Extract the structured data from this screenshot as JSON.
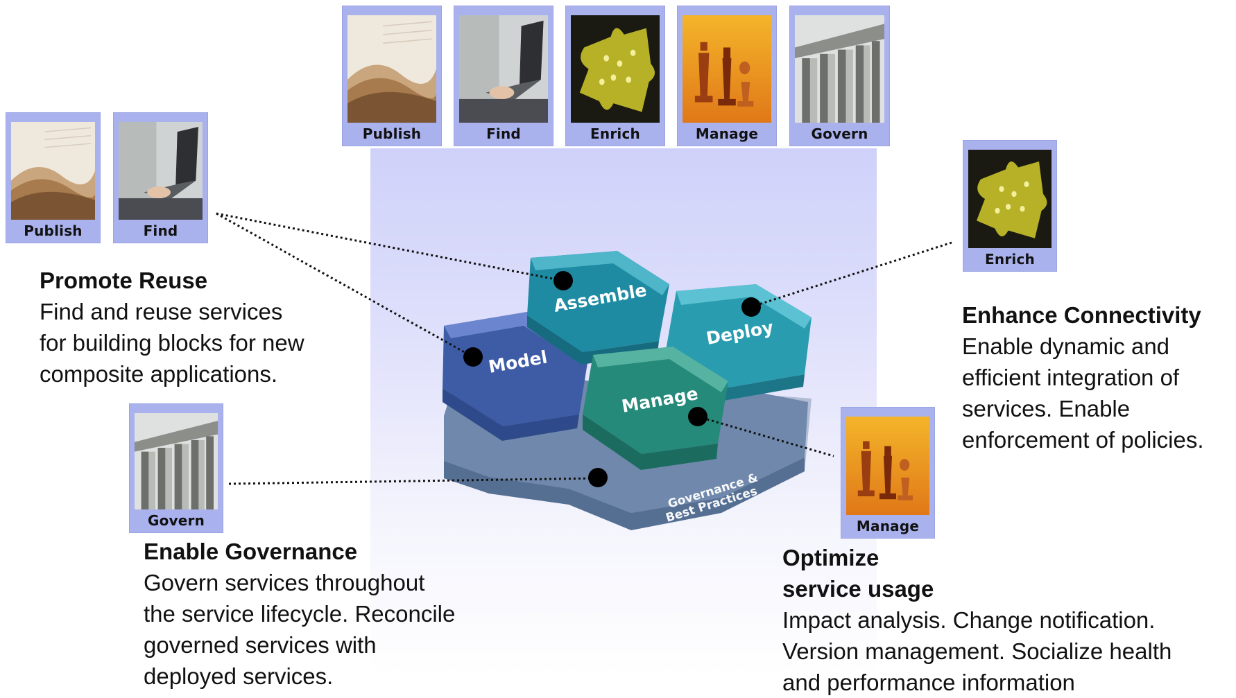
{
  "top_tiles": [
    {
      "label": "Publish",
      "icon": "newspaper-icon"
    },
    {
      "label": "Find",
      "icon": "laptop-icon"
    },
    {
      "label": "Enrich",
      "icon": "puzzle-icon"
    },
    {
      "label": "Manage",
      "icon": "chess-icon"
    },
    {
      "label": "Govern",
      "icon": "columns-icon"
    }
  ],
  "left_tiles": [
    {
      "label": "Publish",
      "icon": "newspaper-icon"
    },
    {
      "label": "Find",
      "icon": "laptop-icon"
    }
  ],
  "govern_tile": {
    "label": "Govern",
    "icon": "columns-icon"
  },
  "enrich_tile": {
    "label": "Enrich",
    "icon": "puzzle-icon"
  },
  "manage_tile": {
    "label": "Manage",
    "icon": "chess-icon"
  },
  "hexagons": {
    "assemble": "Assemble",
    "deploy": "Deploy",
    "model": "Model",
    "manage": "Manage",
    "governance_line1": "Governance &",
    "governance_line2": "Best Practices"
  },
  "notes": {
    "reuse": {
      "title": "Promote Reuse",
      "body": "Find and reuse services\nfor building blocks for new\ncomposite applications."
    },
    "connectivity": {
      "title": "Enhance Connectivity",
      "body": "Enable dynamic and\nefficient integration of\nservices. Enable\nenforcement of policies."
    },
    "governance": {
      "title": "Enable Governance",
      "body": "Govern services throughout\nthe service lifecycle. Reconcile\ngoverned services with\ndeployed services."
    },
    "optimize": {
      "title_line1": "Optimize",
      "title_line2": "service usage",
      "body": "Impact analysis. Change notification.\nVersion management. Socialize health\nand performance information"
    }
  },
  "colors": {
    "tile_frame": "#aab2ee",
    "hex_teal": "#2b93a8",
    "hex_blue": "#4a68b4",
    "hex_green": "#2b8f82",
    "hex_base": "#7b95b8"
  }
}
